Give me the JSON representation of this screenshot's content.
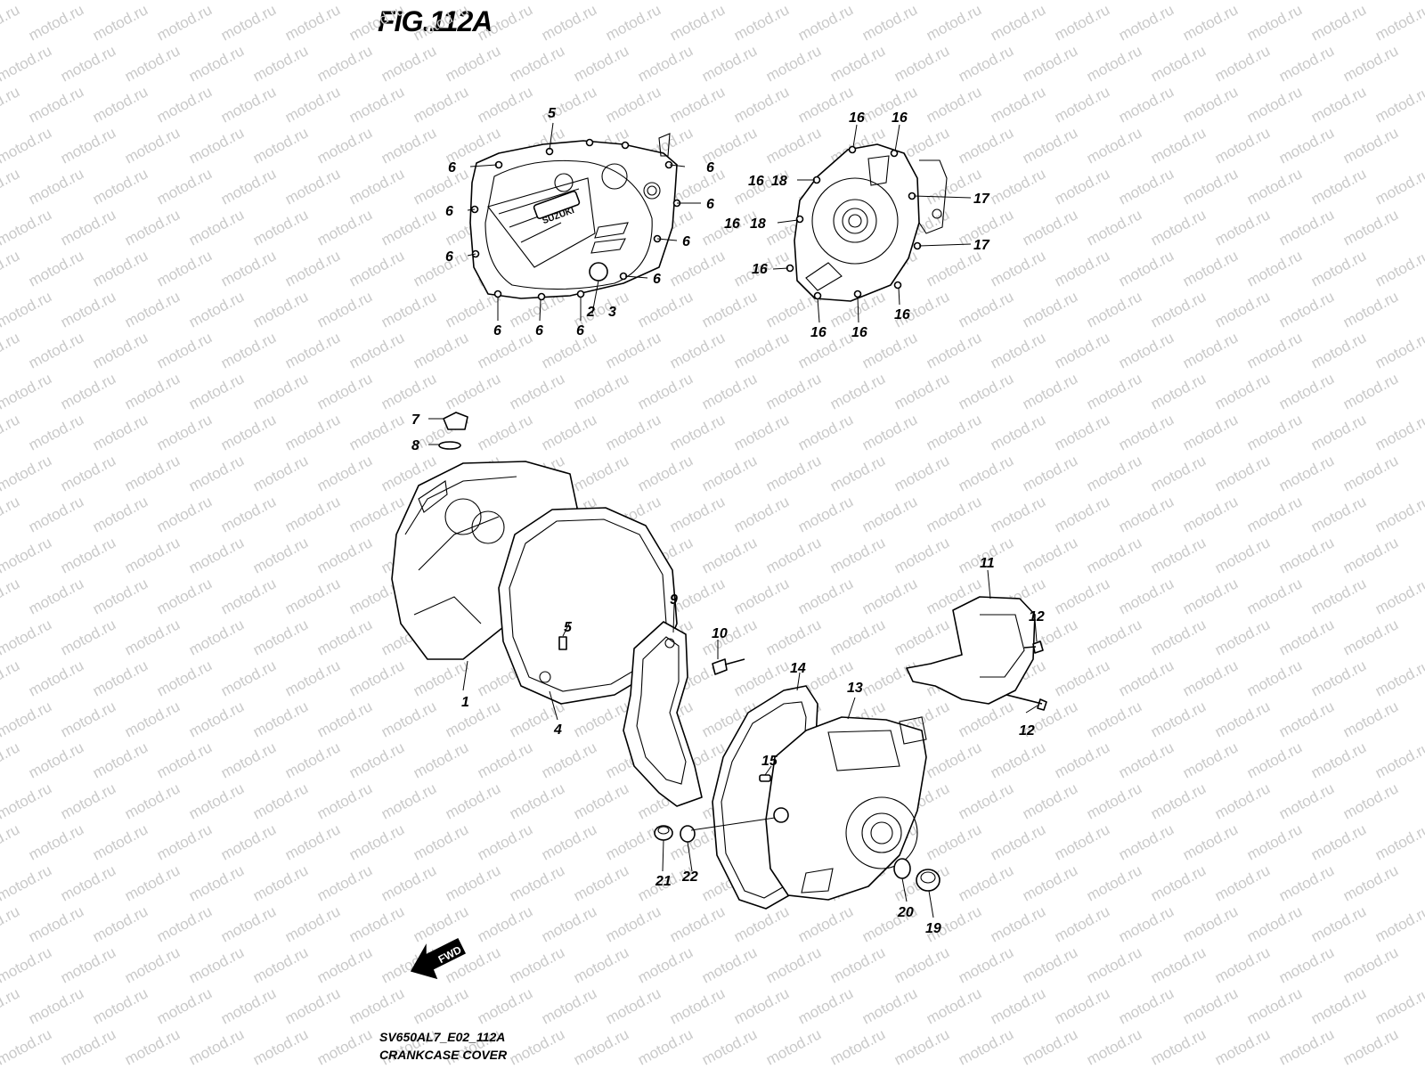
{
  "figure": {
    "title": "FIG.112A",
    "code": "SV650AL7_E02_112A",
    "name": "CRANKCASE COVER",
    "brand_mark": "SUZUKI",
    "direction_mark": "FWD",
    "watermark": "motod.ru"
  },
  "callouts": [
    {
      "id": "c5a",
      "text": "5"
    },
    {
      "id": "c6a",
      "text": "6"
    },
    {
      "id": "c6b",
      "text": "6"
    },
    {
      "id": "c6c",
      "text": "6"
    },
    {
      "id": "c6d",
      "text": "6"
    },
    {
      "id": "c6e",
      "text": "6"
    },
    {
      "id": "c6f",
      "text": "6"
    },
    {
      "id": "c6g",
      "text": "6"
    },
    {
      "id": "c6h",
      "text": "6"
    },
    {
      "id": "c6i",
      "text": "6"
    },
    {
      "id": "c6j",
      "text": "6"
    },
    {
      "id": "c2",
      "text": "2"
    },
    {
      "id": "c3",
      "text": "3"
    },
    {
      "id": "c16a",
      "text": "16"
    },
    {
      "id": "c16b",
      "text": "16"
    },
    {
      "id": "c16c",
      "text": "16"
    },
    {
      "id": "c18a",
      "text": "18"
    },
    {
      "id": "c16d",
      "text": "16"
    },
    {
      "id": "c18b",
      "text": "18"
    },
    {
      "id": "c16e",
      "text": "16"
    },
    {
      "id": "c16f",
      "text": "16"
    },
    {
      "id": "c16g",
      "text": "16"
    },
    {
      "id": "c16h",
      "text": "16"
    },
    {
      "id": "c17a",
      "text": "17"
    },
    {
      "id": "c17b",
      "text": "17"
    },
    {
      "id": "c7",
      "text": "7"
    },
    {
      "id": "c8",
      "text": "8"
    },
    {
      "id": "c1",
      "text": "1"
    },
    {
      "id": "c4",
      "text": "4"
    },
    {
      "id": "c5b",
      "text": "5"
    },
    {
      "id": "c9",
      "text": "9"
    },
    {
      "id": "c10",
      "text": "10"
    },
    {
      "id": "c11",
      "text": "11"
    },
    {
      "id": "c12a",
      "text": "12"
    },
    {
      "id": "c12b",
      "text": "12"
    },
    {
      "id": "c13",
      "text": "13"
    },
    {
      "id": "c14",
      "text": "14"
    },
    {
      "id": "c15",
      "text": "15"
    },
    {
      "id": "c19",
      "text": "19"
    },
    {
      "id": "c20",
      "text": "20"
    },
    {
      "id": "c21",
      "text": "21"
    },
    {
      "id": "c22",
      "text": "22"
    }
  ]
}
